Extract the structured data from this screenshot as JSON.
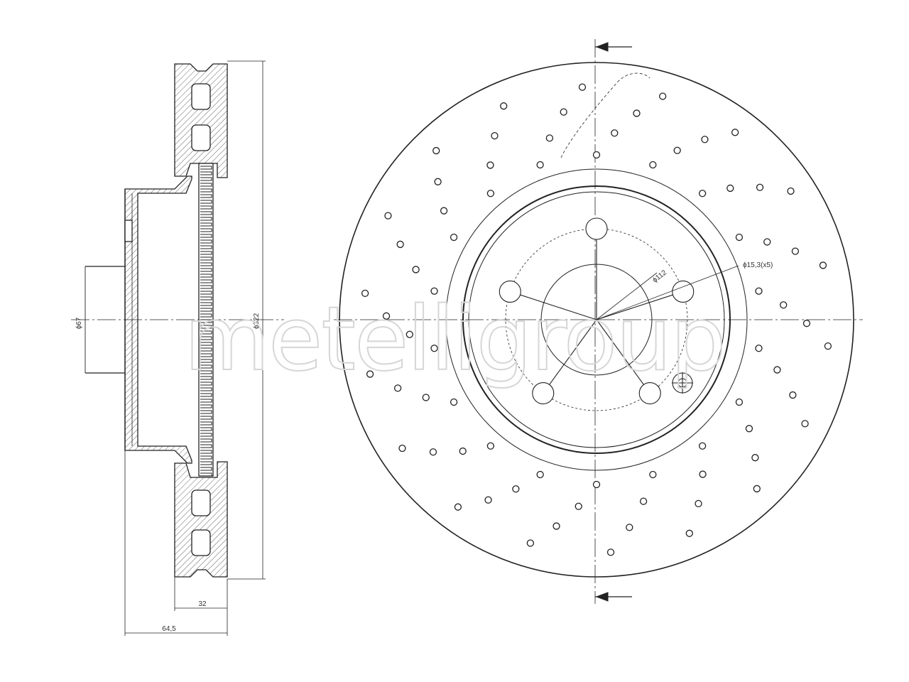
{
  "watermark": "metelligroup",
  "dimensions": {
    "hub_diameter": "ϕ67",
    "disc_diameter": "ϕ322",
    "disc_thickness": "32",
    "total_height": "64,5",
    "pcd": "ϕ112",
    "bolt_holes": "ϕ15,3(x5)"
  },
  "colors": {
    "line": "#222222",
    "hatch": "#555555",
    "watermark": "#d6d6d6"
  }
}
